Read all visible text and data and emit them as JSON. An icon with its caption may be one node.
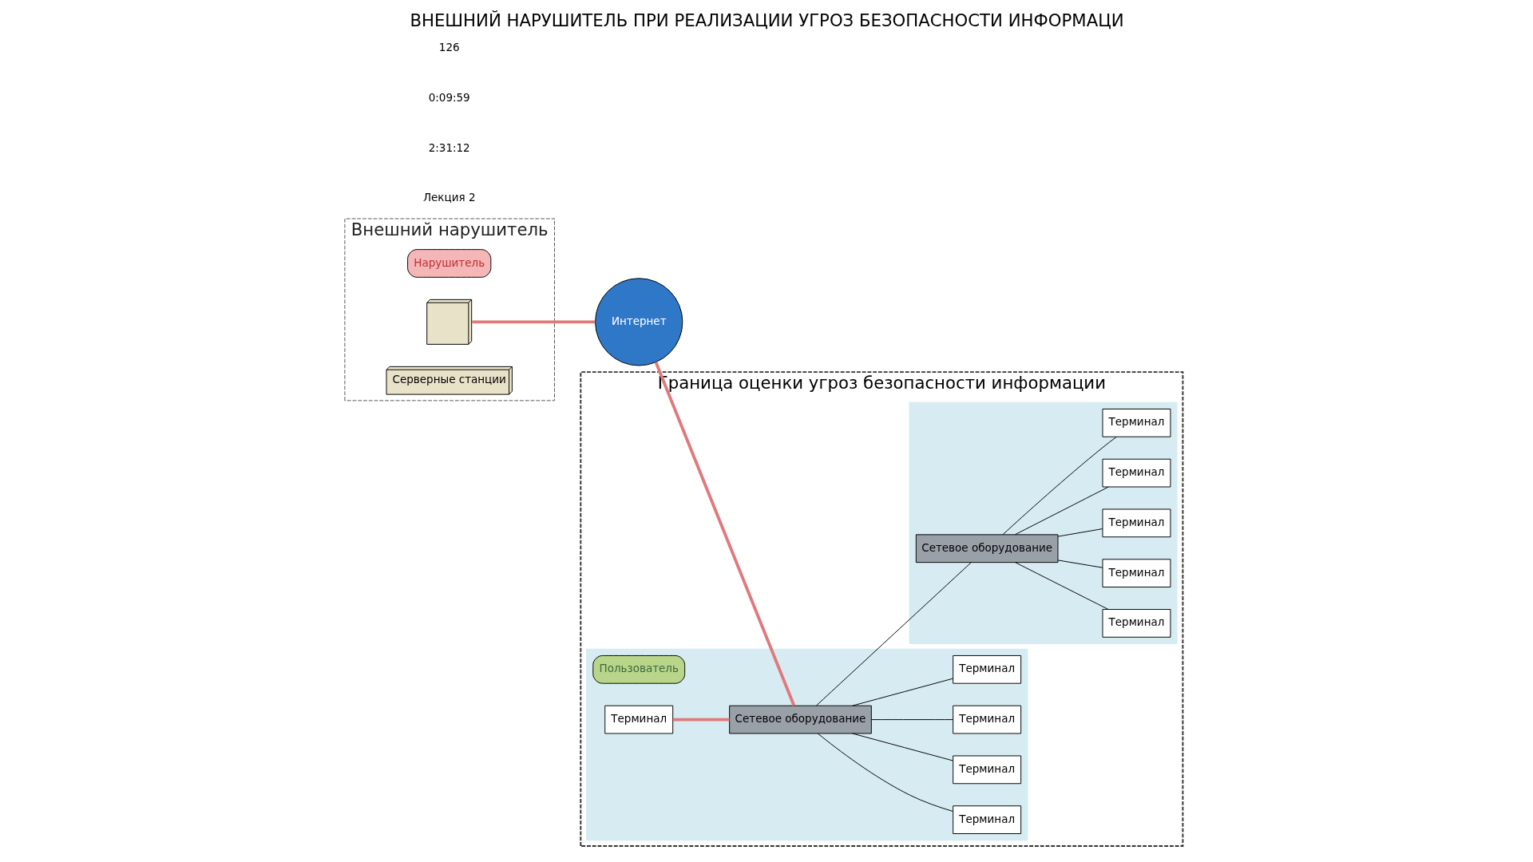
{
  "diagram": {
    "title": "ВНЕШНИЙ НАРУШИТЕЛЬ ПРИ РЕАЛИЗАЦИИ УГРОЗ БЕЗОПАСНОСТИ ИНФОРМАЦИ",
    "nodes": [
      {
        "text": [
          "Внешний нарушитель"
        ]
      },
      {
        "text": [
          "Нарушитель"
        ],
        "in": 0
      },
      {
        "text": [],
        "shape": "picture",
        "in": 0
      },
      {
        "text": [
          "Серверные станции"
        ],
        "in": 0
      },
      {
        "text": [
          "Интернет"
        ]
      },
      {
        "text": [
          "Граница оценки угроз безопасности информации"
        ]
      },
      {
        "text": [],
        "shape": "box",
        "in": 5
      },
      {
        "text": [
          "Терминал"
        ],
        "in": 6
      },
      {
        "text": [
          "Пользователь"
        ],
        "in": 6
      },
      {
        "text": [
          "Терминал"
        ],
        "in": 6
      },
      {
        "text": [
          "Сетевое оборудование"
        ],
        "in": 6
      },
      {
        "text": [
          "Терминал"
        ],
        "in": 6
      },
      {
        "text": [
          "Терминал"
        ],
        "in": 6
      },
      {
        "text": [
          "Терминал"
        ],
        "in": 6
      },
      {
        "text": [],
        "shape": "box",
        "in": 5
      },
      {
        "text": [
          "Терминал"
        ],
        "in": 14
      },
      {
        "text": [
          "Сетевое оборудование"
        ],
        "in": 14
      },
      {
        "text": [
          "Терминал"
        ],
        "in": 14
      },
      {
        "text": [
          "Терминал"
        ],
        "in": 14
      },
      {
        "text": [
          "Терминал"
        ],
        "in": 14
      },
      {
        "text": [
          "Терминал"
        ],
        "in": 14
      }
    ],
    "edges": [
      {
        "from": 2,
        "to": 4,
        "arrow": "none",
        "style": "thick",
        "color": "#e07a7a"
      },
      {
        "from": 4,
        "to": 10,
        "arrow": "none",
        "style": "thick",
        "color": "#e07a7a"
      },
      {
        "from": 9,
        "to": 10,
        "arrow": "none",
        "style": "thick",
        "color": "#e07a7a"
      },
      {
        "from": 10,
        "to": 7,
        "arrow": "none"
      },
      {
        "from": 10,
        "to": 11,
        "arrow": "none"
      },
      {
        "from": 10,
        "to": 12,
        "arrow": "none"
      },
      {
        "from": 10,
        "to": 13,
        "arrow": "none"
      },
      {
        "from": 10,
        "to": 16,
        "arrow": "none"
      },
      {
        "from": 16,
        "to": 15,
        "arrow": "none"
      },
      {
        "from": 16,
        "to": 17,
        "arrow": "none"
      },
      {
        "from": 16,
        "to": 18,
        "arrow": "none"
      },
      {
        "from": 16,
        "to": 19,
        "arrow": "none"
      },
      {
        "from": 16,
        "to": 20,
        "arrow": "none"
      }
    ],
    "labels": [
      "Лекция 2",
      "2:31:12",
      "0:09:59",
      "126"
    ]
  }
}
